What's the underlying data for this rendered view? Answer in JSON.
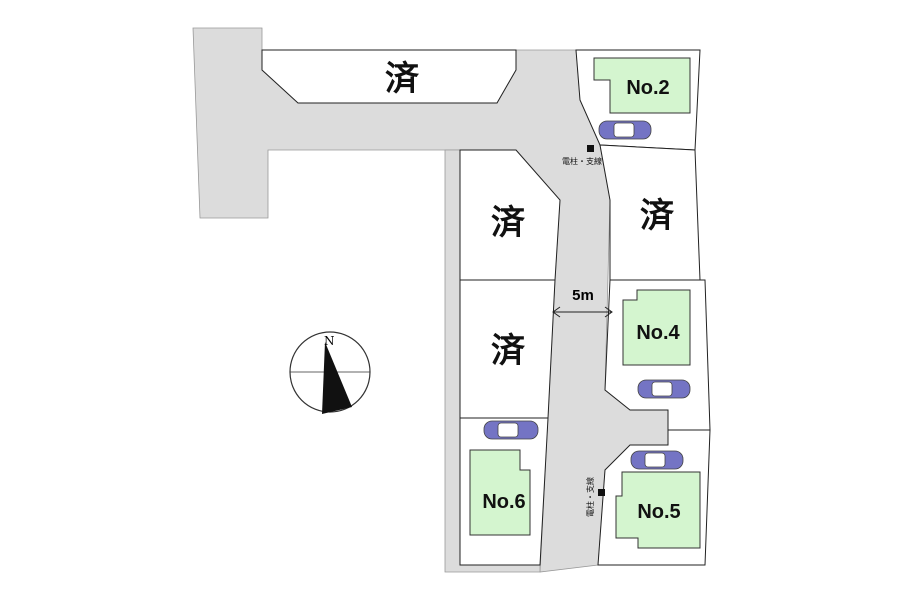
{
  "plan": {
    "sold_label": "済",
    "lots": [
      {
        "id": "top",
        "label": "済"
      },
      {
        "id": "no2",
        "label": "No.2"
      },
      {
        "id": "right-sold",
        "label": "済"
      },
      {
        "id": "left-sold-1",
        "label": "済"
      },
      {
        "id": "left-sold-2",
        "label": "済"
      },
      {
        "id": "no4",
        "label": "No.4"
      },
      {
        "id": "no6",
        "label": "No.6"
      },
      {
        "id": "no5",
        "label": "No.5"
      }
    ],
    "road_width": "5m",
    "pole_label": "電柱・支線",
    "compass_label": "N"
  },
  "colors": {
    "road": "#dcdcdc",
    "house": "#d4f5cf",
    "car": "#7474c4"
  }
}
